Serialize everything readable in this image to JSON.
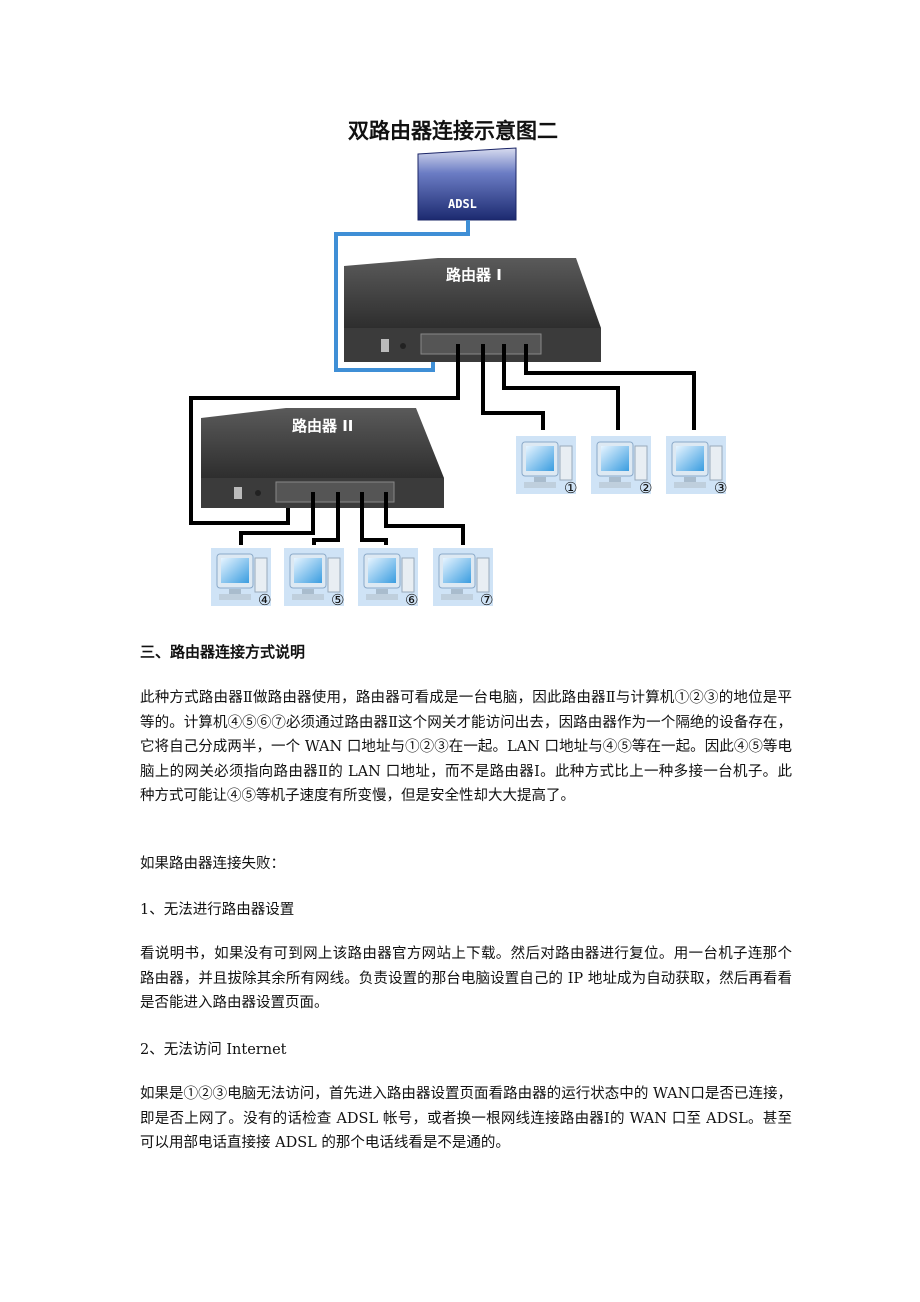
{
  "diagram": {
    "title": "双路由器连接示意图二",
    "modem_label": "ADSL",
    "router1_label": "路由器 I",
    "router2_label": "路由器 II",
    "pc_labels": [
      "①",
      "②",
      "③",
      "④",
      "⑤",
      "⑥",
      "⑦"
    ],
    "colors": {
      "wan_cable": "#3f8fd6",
      "lan_cable": "#000000",
      "router_body": "#3b3b3b",
      "modem": "#2a3f8f"
    }
  },
  "section": {
    "heading": "三、路由器连接方式说明",
    "p1": "此种方式路由器Ⅱ做路由器使用，路由器可看成是一台电脑，因此路由器Ⅱ与计算机①②③的地位是平等的。计算机④⑤⑥⑦必须通过路由器Ⅱ这个网关才能访问出去，因路由器作为一个隔绝的设备存在，它将自己分成两半，一个 WAN 口地址与①②③在一起。LAN 口地址与④⑤等在一起。因此④⑤等电脑上的网关必须指向路由器Ⅱ的 LAN 口地址，而不是路由器Ⅰ。此种方式比上一种多接一台机子。此种方式可能让④⑤等机子速度有所变慢，但是安全性却大大提高了。",
    "p2": "如果路由器连接失败：",
    "p3": "1、无法进行路由器设置",
    "p4": "看说明书，如果没有可到网上该路由器官方网站上下载。然后对路由器进行复位。用一台机子连那个路由器，并且拔除其余所有网线。负责设置的那台电脑设置自己的 IP 地址成为自动获取，然后再看看是否能进入路由器设置页面。",
    "p5": "2、无法访问 Internet",
    "p6": "如果是①②③电脑无法访问，首先进入路由器设置页面看路由器的运行状态中的 WAN口是否已连接，即是否上网了。没有的话检查 ADSL 帐号，或者换一根网线连接路由器Ⅰ的 WAN 口至 ADSL。甚至可以用部电话直接接 ADSL 的那个电话线看是不是通的。"
  }
}
